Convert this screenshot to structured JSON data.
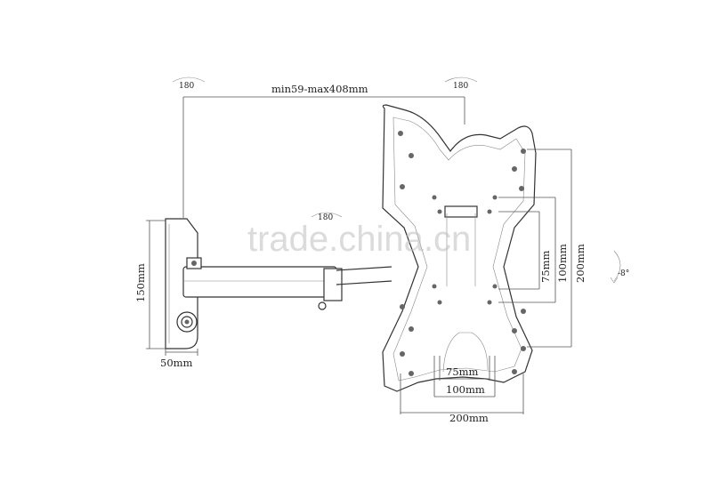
{
  "labels": {
    "rotate_left": "180",
    "rotate_right": "180",
    "rotate_arm": "180",
    "extension": "min59-max408mm",
    "wall_height": "150mm",
    "wall_width": "50mm",
    "v75": "75mm",
    "v100": "100mm",
    "v200": "200mm",
    "h75": "75mm",
    "h100": "100mm",
    "h200": "200mm",
    "tilt": "-8°"
  },
  "watermark": "trade.china.cn"
}
